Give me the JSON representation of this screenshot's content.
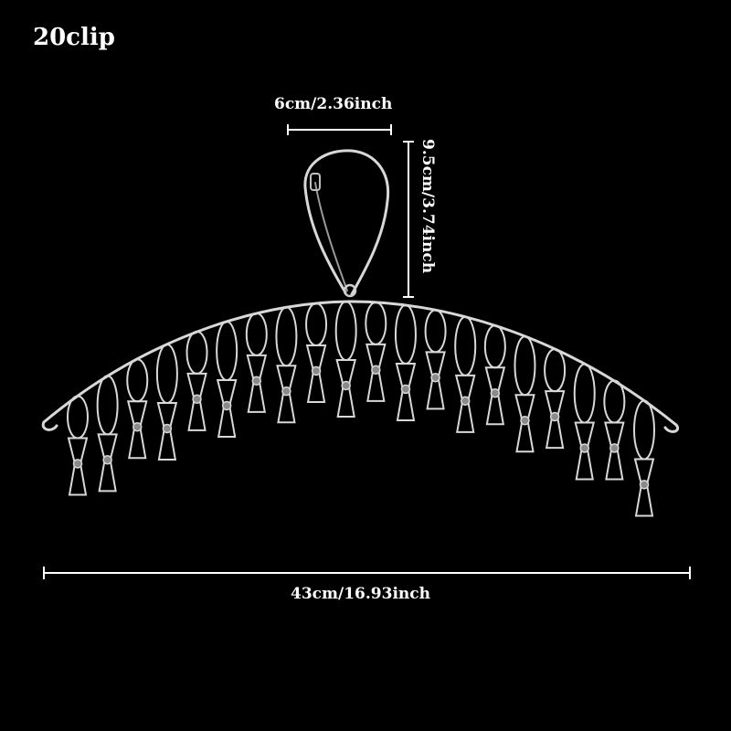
{
  "product": {
    "title": "20clip",
    "clip_count": 20
  },
  "dimensions": {
    "hook_width": "6cm/2.36inch",
    "hook_height": "9.5cm/3.74inch",
    "total_width": "43cm/16.93inch"
  },
  "colors": {
    "background": "#000000",
    "text": "#ffffff",
    "metal": "#d8d8d8",
    "metal_shadow": "#8a8a8a"
  }
}
